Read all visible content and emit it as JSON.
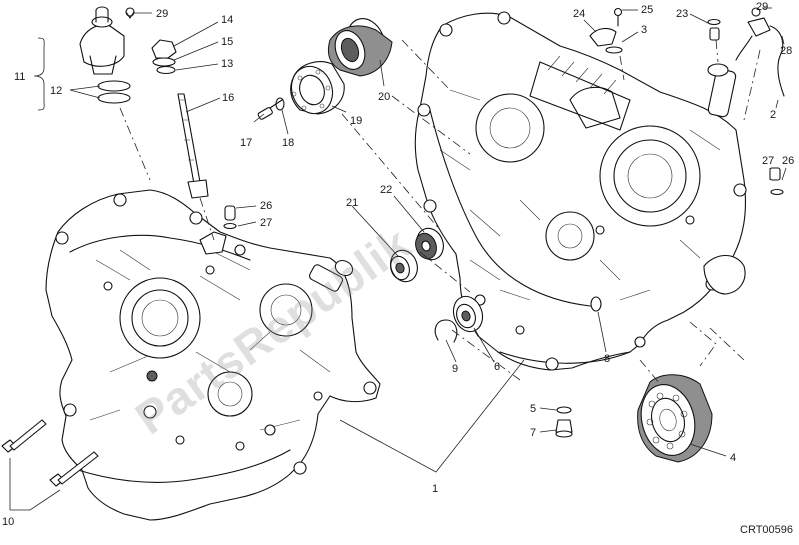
{
  "diagram": {
    "callouts": [
      "29",
      "14",
      "15",
      "13",
      "16",
      "11",
      "12",
      "20",
      "19",
      "17",
      "18",
      "26",
      "27",
      "10",
      "22",
      "21",
      "24",
      "25",
      "3",
      "23",
      "29",
      "28",
      "2",
      "27",
      "26",
      "6",
      "9",
      "8",
      "5",
      "7",
      "4",
      "1"
    ],
    "drawing_code": "CRT00596",
    "watermark": "PartsRepublik"
  }
}
